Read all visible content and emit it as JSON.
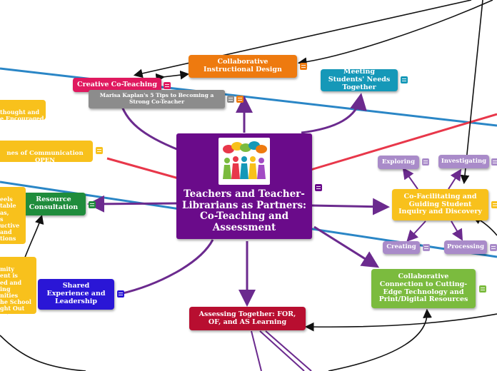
{
  "central": {
    "title": "Teachers and Teacher-Librarians as Partners: Co-Teaching and Assessment"
  },
  "nodes": {
    "collaborative_instructional_design": "Collaborative Instructional Design",
    "meeting_students_needs": "Meeting Students' Needs Together",
    "creative_co_teaching": "Creative Co-Teaching",
    "marisa_kaplan_tips": "Marisa Kaplan's 5 Tips to Becoming a Strong Co-Teacher",
    "thought_encouraged": "thought and\ne Encouraged",
    "communication_open": "nes of Communication OPEN\nat ALL Times",
    "resource_consultation": "Resource\nConsultation",
    "feels_table": "eels\ntable\nas,\ns\nuctive\nand\ntions",
    "mity_school": "mity\nent is\ned and\ning\nnities\nhe School\nght Out",
    "shared_experience": "Shared Experience and Leadership",
    "assessing_together": "Assessing Together: FOR, OF, and AS Learning",
    "co_facilitating": "Co-Facilitating and Guiding Student Inquiry and Discovery",
    "exploring": "Exploring",
    "investigating": "Investigating",
    "creating": "Creating",
    "processing": "Processing",
    "collaborative_connection": "Collaborative Connection to Cutting-Edge Technology and Print/Digital Resources"
  },
  "colors": {
    "central": "#6a0b8a",
    "orange": "#ee7a0f",
    "teal": "#1598b8",
    "pink": "#e0195f",
    "gray": "#8c8c8c",
    "yellow": "#f8c11c",
    "green": "#1f8c3c",
    "blue": "#2a16d6",
    "red": "#b80e30",
    "lavender": "#a98bc9",
    "lime": "#7bbb3e",
    "link_purple": "#6b2a8e",
    "link_blue": "#2a86c6",
    "link_red": "#e8374a",
    "link_black": "#111111"
  },
  "icons": [
    "people-logo-icon",
    "note-icon",
    "attachment-icon"
  ]
}
